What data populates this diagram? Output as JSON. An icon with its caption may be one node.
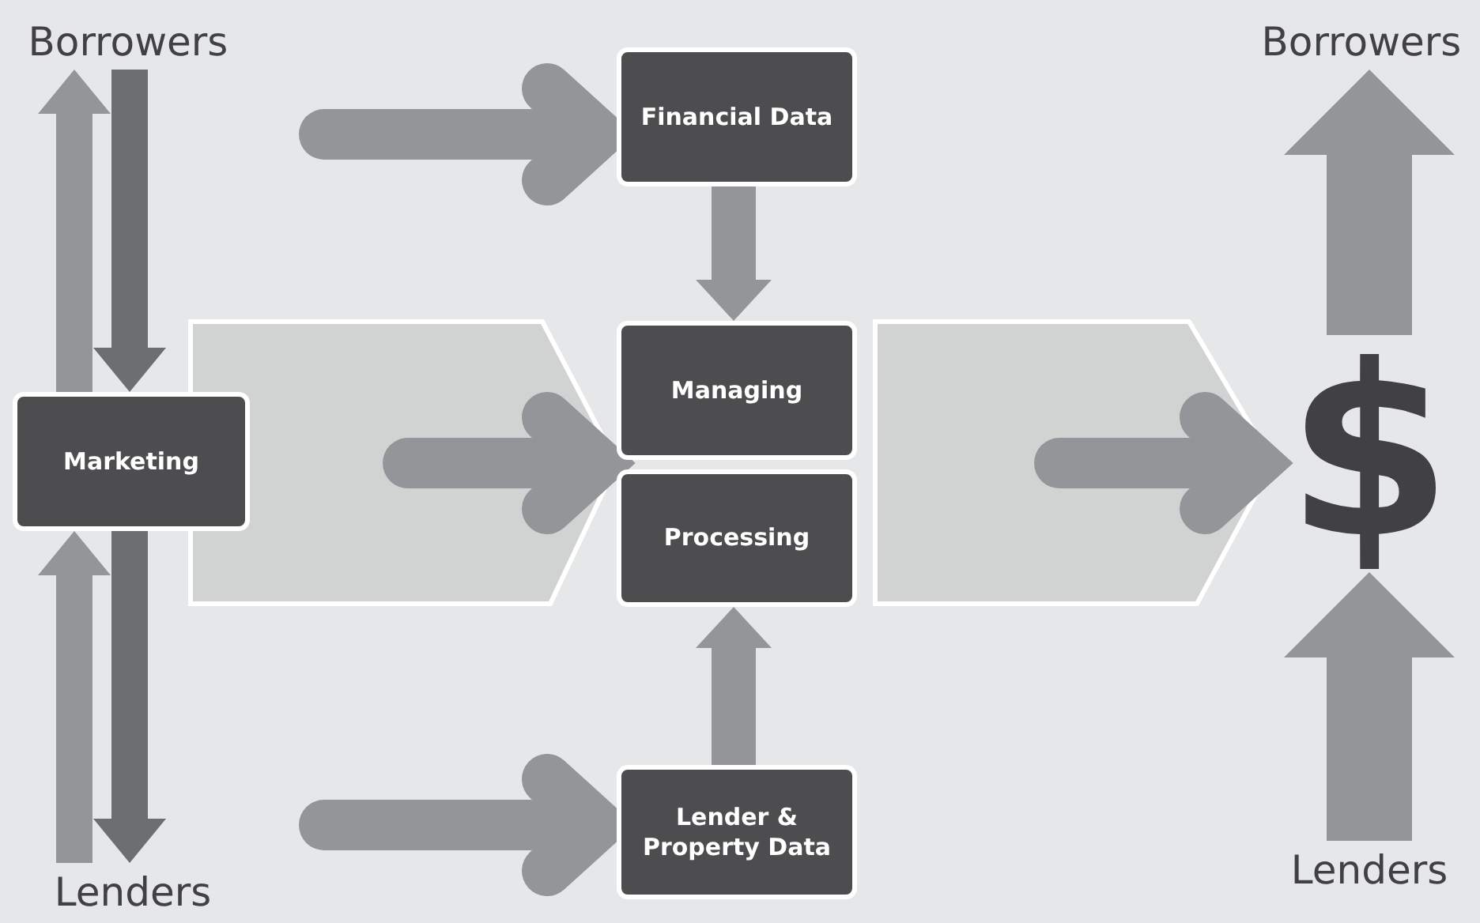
{
  "diagram": {
    "nodes": [
      {
        "text": [
          "Borrowers"
        ]
      },
      {
        "text": [
          "Lenders"
        ]
      },
      {
        "text": [
          "Marketing"
        ]
      },
      {
        "text": [
          "Financial Data"
        ]
      },
      {
        "text": [
          "Managing"
        ]
      },
      {
        "text": [
          "Processing"
        ]
      },
      {
        "text": [
          "Lender & Property Data"
        ]
      },
      {
        "text": [
          "$"
        ]
      },
      {
        "text": [
          "Borrowers"
        ]
      },
      {
        "text": [
          "Lenders"
        ]
      },
      {
        "text": [],
        "shape": "pentagon"
      },
      {
        "text": [],
        "shape": "pentagon"
      }
    ],
    "edges": [
      {
        "from": 2,
        "to": 0,
        "arrow": "to"
      },
      {
        "from": 0,
        "to": 2,
        "arrow": "to",
        "color": "#6d6e71"
      },
      {
        "from": null,
        "to": 3,
        "arrow": "to"
      },
      {
        "from": 3,
        "to": 4,
        "arrow": "to"
      },
      {
        "from": 10,
        "to": 4,
        "arrow": "to"
      },
      {
        "from": 10,
        "to": 5,
        "arrow": "to"
      },
      {
        "from": 6,
        "to": 5,
        "arrow": "to"
      },
      {
        "from": 1,
        "to": 2,
        "arrow": "to"
      },
      {
        "from": 2,
        "to": 1,
        "arrow": "to",
        "color": "#6d6e71"
      },
      {
        "from": null,
        "to": 6,
        "arrow": "to"
      },
      {
        "from": 11,
        "to": 7,
        "arrow": "to"
      },
      {
        "from": 7,
        "to": 8,
        "arrow": "to"
      },
      {
        "from": 9,
        "to": 7,
        "arrow": "to"
      }
    ]
  }
}
